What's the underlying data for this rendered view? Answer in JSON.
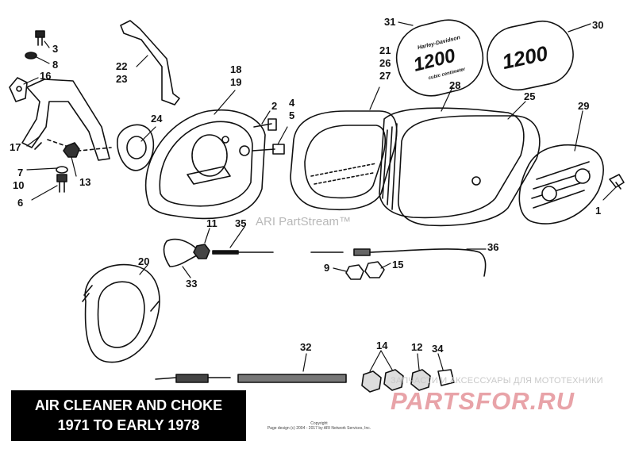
{
  "title_lines": [
    "AIR CLEANER AND CHOKE",
    "1971 TO EARLY 1978"
  ],
  "watermark": "ARI PartStream™",
  "copyright_lines": [
    "Copyright",
    "Page design (c) 2004 - 2017 by ARI Network Services, Inc."
  ],
  "site_tagline": "ЗАПЧАСТИ И АКСЕССУАРЫ ДЛЯ МОТОТЕХНИКИ",
  "site_logo": "PARTSFOR.RU",
  "badges": {
    "left_brand": "Harley-Davidson",
    "left_number": "1200",
    "left_sub": "cubic centimeter",
    "right_number": "1200"
  },
  "callouts": [
    {
      "id": "c3",
      "label": "3"
    },
    {
      "id": "c8",
      "label": "8"
    },
    {
      "id": "c16",
      "label": "16"
    },
    {
      "id": "c17",
      "label": "17"
    },
    {
      "id": "c22",
      "label": "22"
    },
    {
      "id": "c23",
      "label": "23"
    },
    {
      "id": "c24",
      "label": "24"
    },
    {
      "id": "c7",
      "label": "7"
    },
    {
      "id": "c10",
      "label": "10"
    },
    {
      "id": "c13",
      "label": "13"
    },
    {
      "id": "c6",
      "label": "6"
    },
    {
      "id": "c18",
      "label": "18"
    },
    {
      "id": "c19",
      "label": "19"
    },
    {
      "id": "c2",
      "label": "2"
    },
    {
      "id": "c4",
      "label": "4"
    },
    {
      "id": "c5",
      "label": "5"
    },
    {
      "id": "c31",
      "label": "31"
    },
    {
      "id": "c21",
      "label": "21"
    },
    {
      "id": "c26",
      "label": "26"
    },
    {
      "id": "c27",
      "label": "27"
    },
    {
      "id": "c28",
      "label": "28"
    },
    {
      "id": "c30",
      "label": "30"
    },
    {
      "id": "c25",
      "label": "25"
    },
    {
      "id": "c29",
      "label": "29"
    },
    {
      "id": "c1",
      "label": "1"
    },
    {
      "id": "c11",
      "label": "11"
    },
    {
      "id": "c35",
      "label": "35"
    },
    {
      "id": "c36",
      "label": "36"
    },
    {
      "id": "c9",
      "label": "9"
    },
    {
      "id": "c15",
      "label": "15"
    },
    {
      "id": "c20",
      "label": "20"
    },
    {
      "id": "c33",
      "label": "33"
    },
    {
      "id": "c32",
      "label": "32"
    },
    {
      "id": "c14",
      "label": "14"
    },
    {
      "id": "c12",
      "label": "12"
    },
    {
      "id": "c34",
      "label": "34"
    }
  ]
}
